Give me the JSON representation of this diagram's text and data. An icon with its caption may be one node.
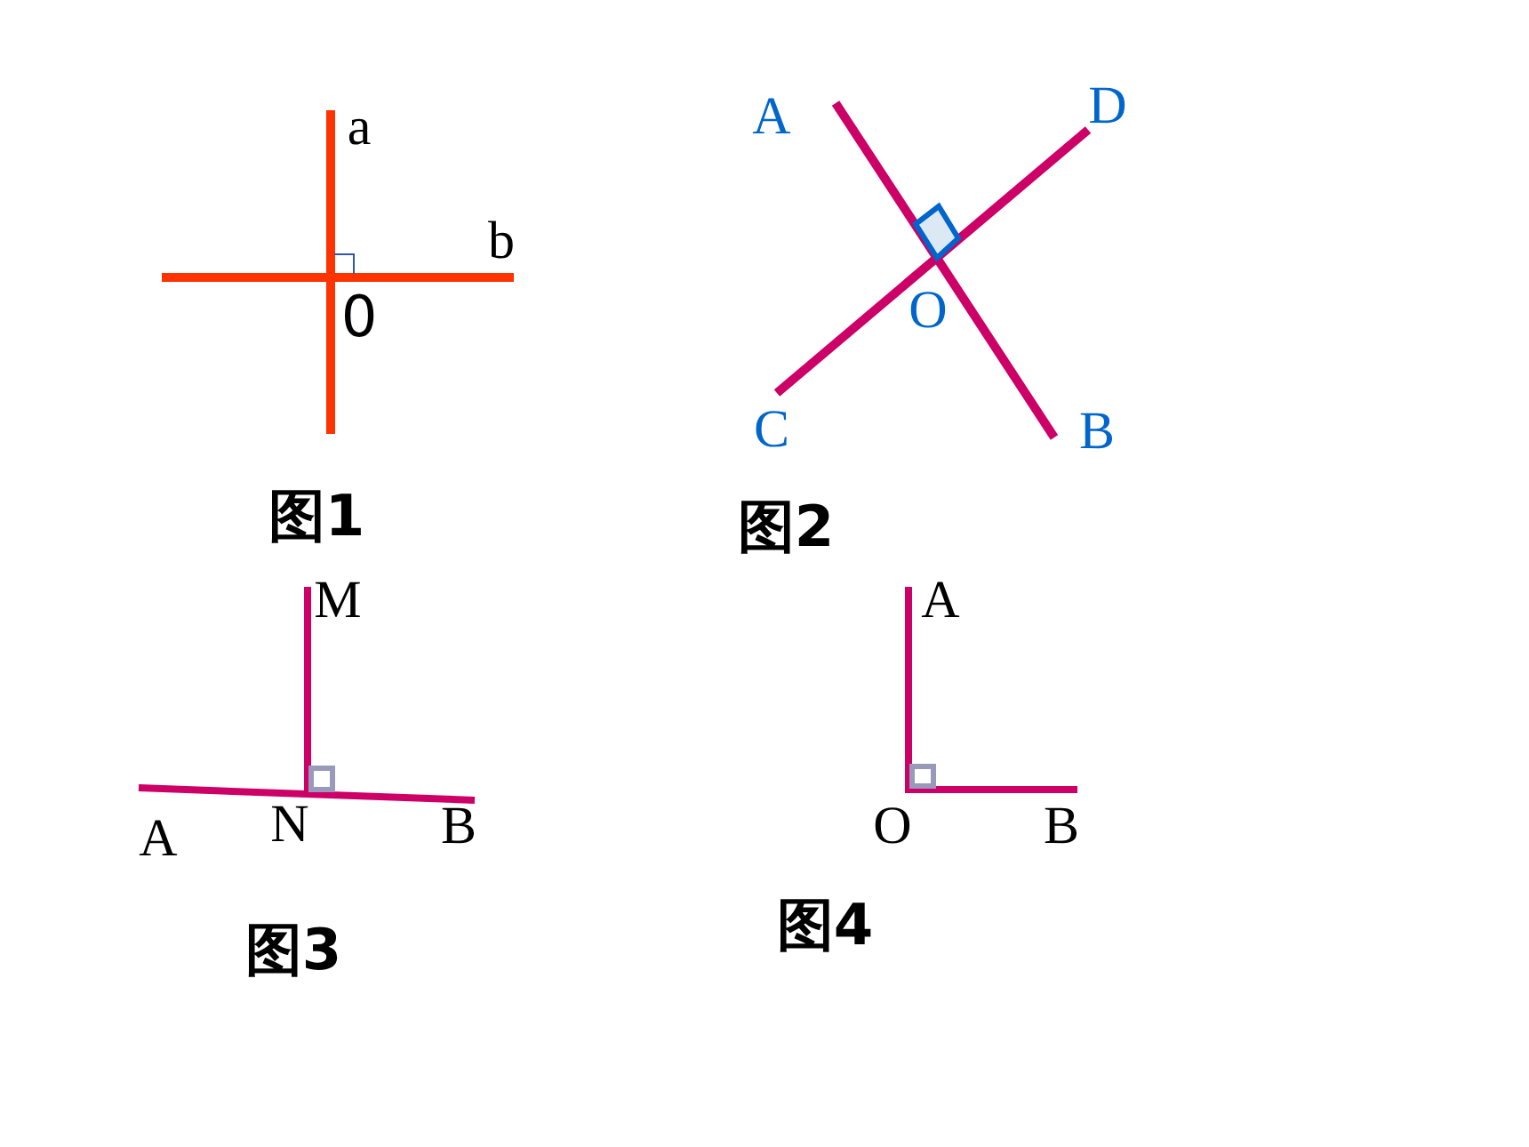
{
  "diagram": {
    "labels": [
      "a",
      "b",
      "0",
      "图1",
      "A",
      "D",
      "O",
      "C",
      "B",
      "图2",
      "M",
      "A",
      "N",
      "B",
      "图3",
      "A",
      "O",
      "B",
      "图4"
    ]
  }
}
